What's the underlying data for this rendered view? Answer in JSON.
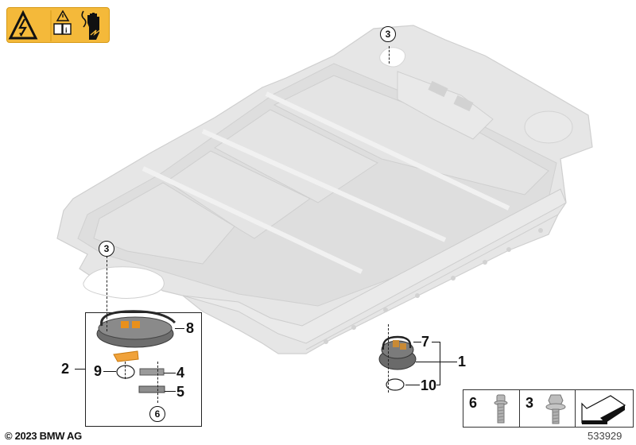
{
  "warning_label": {
    "icons": [
      "high-voltage-triangle-icon",
      "caution-triangle-icon",
      "manual-info-icon",
      "electric-hand-icon"
    ],
    "background_color": "#f4b93a"
  },
  "diagram": {
    "subject": "high-voltage battery housing with service connectors",
    "colors": {
      "housing": "#e3e3e3",
      "housing_edge": "#c9c9c9",
      "connector_body": "#6d6d6d",
      "connector_accent": "#e8901c",
      "line": "#111111"
    },
    "callouts": {
      "c1": "1",
      "c2": "2",
      "c3_top": "3",
      "c3_left": "3",
      "c4": "4",
      "c5": "5",
      "c6": "6",
      "c7": "7",
      "c8": "8",
      "c9": "9",
      "c10": "10"
    }
  },
  "legend": {
    "items": [
      {
        "number": "6",
        "icon": "flange-bolt-small-icon"
      },
      {
        "number": "3",
        "icon": "hex-flange-bolt-icon"
      },
      {
        "number": "",
        "icon": "direction-arrow-icon"
      }
    ]
  },
  "footer": {
    "copyright": "© 2023 BMW AG",
    "diagram_number": "533929"
  }
}
